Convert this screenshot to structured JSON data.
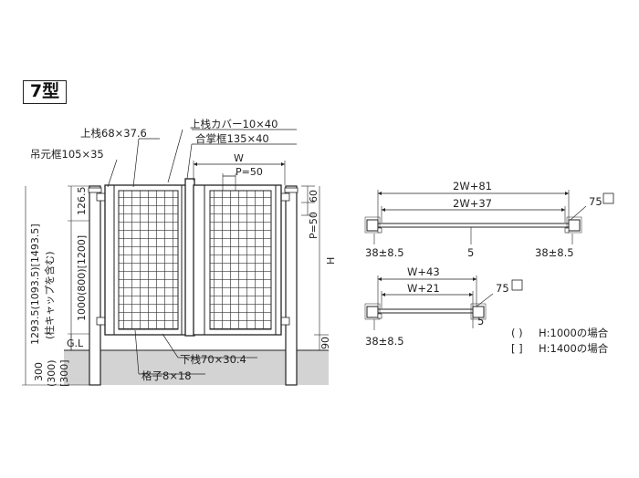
{
  "title": "7型",
  "front_view": {
    "labels": {
      "top_rail": "上栈68×37.6",
      "top_rail_cover": "上栈カバー10×40",
      "hanging_frame": "吊元框105×35",
      "meeting_frame": "合掌框135×40",
      "width": "W",
      "pitch": "P=50",
      "dim_126": "126.5",
      "dim_60": "60",
      "dim_p50": "P=50",
      "height": "H",
      "height_main": "1000(800)[1200]",
      "post_total": "1293.5(1093.5)[1493.5]",
      "post_total_note": "(柱キャップを含む)",
      "ground_line": "G.L",
      "dim_90": "90",
      "bottom_rail": "下栈70×30.4",
      "lattice": "格子8×18",
      "buried": "300",
      "buried_alt": "(300)",
      "buried_alt2": "[300]"
    }
  },
  "plan_view_double": {
    "outer": "2W+81",
    "inner": "2W+37",
    "post": "75",
    "left_offset": "38±8.5",
    "center": "5",
    "right_offset": "38±8.5"
  },
  "plan_view_single": {
    "outer": "W+43",
    "inner": "W+21",
    "post": "75",
    "left_offset": "38±8.5",
    "gap": "5"
  },
  "notes": [
    {
      "bracket": "(    )",
      "text": "H:1000の場合"
    },
    {
      "bracket": "[    ]",
      "text": "H:1400の場合"
    }
  ]
}
